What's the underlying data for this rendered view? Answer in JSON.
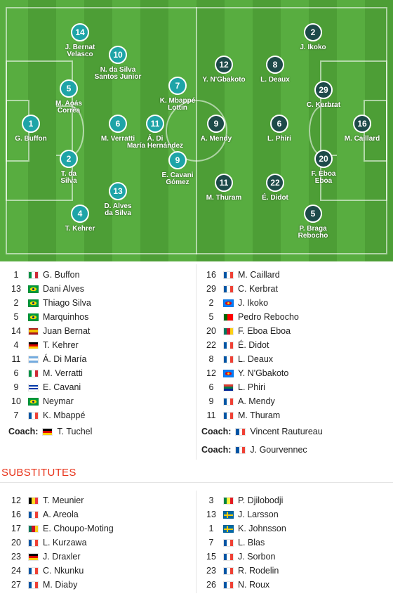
{
  "pitch": {
    "home": [
      {
        "number": "1",
        "name": "G. Buffon"
      },
      {
        "number": "14",
        "name": "J. Bernat\nVelasco"
      },
      {
        "number": "5",
        "name": "M. Aoás\nCorrêa"
      },
      {
        "number": "2",
        "name": "T. da\nSilva"
      },
      {
        "number": "4",
        "name": "T. Kehrer"
      },
      {
        "number": "10",
        "name": "N. da Silva\nSantos Junior"
      },
      {
        "number": "6",
        "name": "M. Verratti"
      },
      {
        "number": "13",
        "name": "D. Alves\nda Silva"
      },
      {
        "number": "7",
        "name": "K. Mbappé\nLottin"
      },
      {
        "number": "11",
        "name": "Á. Di\nMaría Hernández"
      },
      {
        "number": "9",
        "name": "E. Cavani\nGómez"
      }
    ],
    "away": [
      {
        "number": "12",
        "name": "Y. N'Gbakoto"
      },
      {
        "number": "8",
        "name": "L. Deaux"
      },
      {
        "number": "9",
        "name": "A. Mendy"
      },
      {
        "number": "6",
        "name": "L. Phiri"
      },
      {
        "number": "11",
        "name": "M. Thuram"
      },
      {
        "number": "22",
        "name": "É. Didot"
      },
      {
        "number": "2",
        "name": "J. Ikoko"
      },
      {
        "number": "29",
        "name": "C. Kerbrat"
      },
      {
        "number": "20",
        "name": "F. Eboa\nEboa"
      },
      {
        "number": "5",
        "name": "P. Braga\nRebocho"
      },
      {
        "number": "16",
        "name": "M. Caillard"
      }
    ]
  },
  "lineup": {
    "home": [
      {
        "number": "1",
        "flag": "italy",
        "name": "G. Buffon"
      },
      {
        "number": "13",
        "flag": "brazil",
        "name": "Dani Alves"
      },
      {
        "number": "2",
        "flag": "brazil",
        "name": "Thiago Silva"
      },
      {
        "number": "5",
        "flag": "brazil",
        "name": "Marquinhos"
      },
      {
        "number": "14",
        "flag": "spain",
        "name": "Juan Bernat"
      },
      {
        "number": "4",
        "flag": "germany",
        "name": "T. Kehrer"
      },
      {
        "number": "11",
        "flag": "argentina",
        "name": "Á. Di María"
      },
      {
        "number": "6",
        "flag": "italy",
        "name": "M. Verratti"
      },
      {
        "number": "9",
        "flag": "uruguay",
        "name": "E. Cavani"
      },
      {
        "number": "10",
        "flag": "brazil",
        "name": "Neymar"
      },
      {
        "number": "7",
        "flag": "france",
        "name": "K. Mbappé"
      }
    ],
    "away": [
      {
        "number": "16",
        "flag": "france",
        "name": "M. Caillard"
      },
      {
        "number": "29",
        "flag": "france",
        "name": "C. Kerbrat"
      },
      {
        "number": "2",
        "flag": "dr-congo",
        "name": "J. Ikoko"
      },
      {
        "number": "5",
        "flag": "portugal",
        "name": "Pedro Rebocho"
      },
      {
        "number": "20",
        "flag": "cameroon",
        "name": "F. Eboa Eboa"
      },
      {
        "number": "22",
        "flag": "france",
        "name": "É. Didot"
      },
      {
        "number": "8",
        "flag": "france",
        "name": "L. Deaux"
      },
      {
        "number": "12",
        "flag": "dr-congo",
        "name": "Y. N'Gbakoto"
      },
      {
        "number": "6",
        "flag": "south-africa",
        "name": "L. Phiri"
      },
      {
        "number": "9",
        "flag": "france",
        "name": "A. Mendy"
      },
      {
        "number": "11",
        "flag": "france",
        "name": "M. Thuram"
      }
    ],
    "coach_label": "Coach:",
    "home_coach": {
      "flag": "germany",
      "name": "T. Tuchel"
    },
    "away_coaches": [
      {
        "flag": "france",
        "name": "Vincent Rautureau"
      },
      {
        "flag": "france",
        "name": "J. Gourvennec"
      }
    ]
  },
  "substitutes": {
    "title": "SUBSTITUTES",
    "home": [
      {
        "number": "12",
        "flag": "belgium",
        "name": "T. Meunier"
      },
      {
        "number": "16",
        "flag": "france",
        "name": "A. Areola"
      },
      {
        "number": "17",
        "flag": "cameroon",
        "name": "E. Choupo-Moting"
      },
      {
        "number": "20",
        "flag": "france",
        "name": "L. Kurzawa"
      },
      {
        "number": "23",
        "flag": "germany",
        "name": "J. Draxler"
      },
      {
        "number": "24",
        "flag": "france",
        "name": "C. Nkunku"
      },
      {
        "number": "27",
        "flag": "france",
        "name": "M. Diaby"
      }
    ],
    "away": [
      {
        "number": "3",
        "flag": "senegal",
        "name": "P. Djilobodji"
      },
      {
        "number": "13",
        "flag": "sweden",
        "name": "J. Larsson"
      },
      {
        "number": "1",
        "flag": "sweden",
        "name": "K. Johnsson"
      },
      {
        "number": "7",
        "flag": "france",
        "name": "L. Blas"
      },
      {
        "number": "15",
        "flag": "france",
        "name": "J. Sorbon"
      },
      {
        "number": "23",
        "flag": "france",
        "name": "R. Rodelin"
      },
      {
        "number": "26",
        "flag": "france",
        "name": "N. Roux"
      }
    ]
  },
  "colors": {
    "home_marker": "#1ea4a7",
    "away_marker": "#1d4a49",
    "section_title": "#e8331a"
  }
}
